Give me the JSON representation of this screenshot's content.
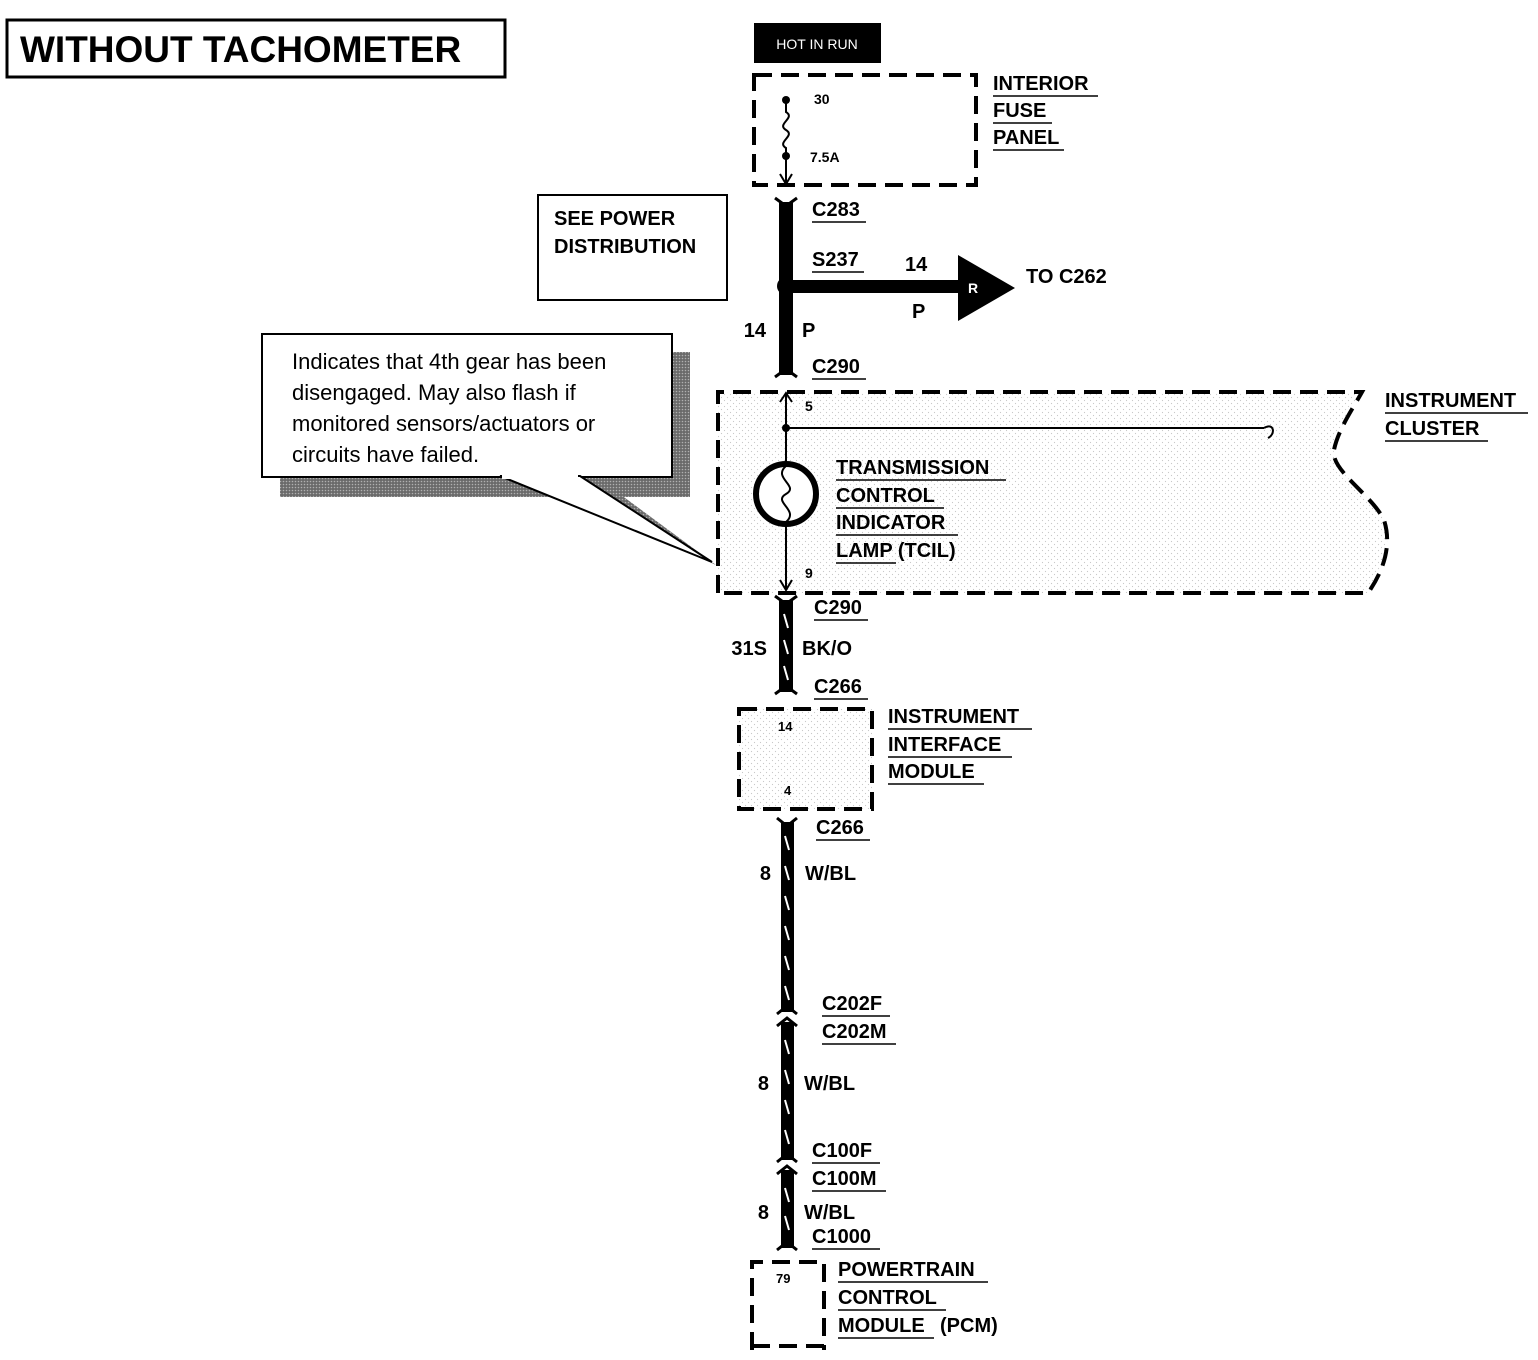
{
  "title": "WITHOUT TACHOMETER",
  "hot_in_run": "HOT IN RUN",
  "fuse_panel": {
    "lines": [
      "INTERIOR",
      "FUSE",
      "PANEL"
    ],
    "fuse_number": "30",
    "fuse_rating": "7.5A"
  },
  "see_power": {
    "lines": [
      "SEE POWER",
      "DISTRIBUTION"
    ]
  },
  "connectors": {
    "c283": "C283",
    "s237": "S237",
    "c290_top": "C290",
    "c290_bottom": "C290",
    "c266_top": "C266",
    "c266_bottom": "C266",
    "c202f": "C202F",
    "c202m": "C202M",
    "c100f": "C100F",
    "c100m": "C100M",
    "c1000": "C1000"
  },
  "branch": {
    "circuit": "14",
    "color": "P",
    "arrow_letter": "R",
    "to": "TO C262"
  },
  "wires": {
    "w1": {
      "circuit": "14",
      "color": "P"
    },
    "w2": {
      "circuit": "31S",
      "color": "BK/O"
    },
    "w3": {
      "circuit": "8",
      "color": "W/BL"
    },
    "w4": {
      "circuit": "8",
      "color": "W/BL"
    },
    "w5": {
      "circuit": "8",
      "color": "W/BL"
    }
  },
  "callout": {
    "lines": [
      "Indicates that 4th gear has been",
      "disengaged.  May also flash if",
      "monitored sensors/actuators or",
      "circuits have failed."
    ]
  },
  "cluster": {
    "lines": [
      "INSTRUMENT",
      "CLUSTER"
    ],
    "pin_in": "5",
    "pin_out": "9",
    "lamp_lines": [
      "TRANSMISSION",
      "CONTROL",
      "INDICATOR",
      "LAMP (TCIL)"
    ]
  },
  "iim": {
    "lines": [
      "INSTRUMENT",
      "INTERFACE",
      "MODULE"
    ],
    "pin_in": "14",
    "pin_out": "4"
  },
  "pcm": {
    "lines": [
      "POWERTRAIN",
      "CONTROL",
      "MODULE"
    ],
    "suffix": "(PCM)",
    "pin": "79"
  }
}
